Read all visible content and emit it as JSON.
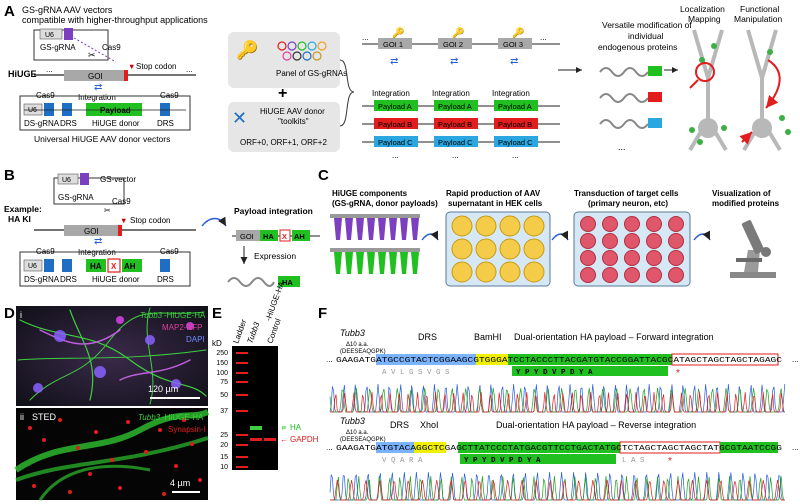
{
  "panels": {
    "A": "A",
    "B": "B",
    "C": "C",
    "D": "D",
    "E": "E",
    "F": "F"
  },
  "panelA": {
    "title1": "GS-gRNA AAV vectors",
    "title2": "compatible with higher-throughput applications",
    "u6": "U6",
    "gsgrna": "GS-gRNA",
    "cas9": "Cas9",
    "stop_codon": "Stop codon",
    "hiuge": "HiUGE",
    "goi": "GOI",
    "dots": "...",
    "integration": "Integration",
    "cas9_left": "Cas9",
    "cas9_right": "Cas9",
    "donor_u6": "U6",
    "payload": "Payload",
    "ds_grna": "DS-gRNA",
    "drs": "DRS",
    "hiuge_donor": "HiUGE donor",
    "drs2": "DRS",
    "universal": "Universal HiUGE AAV donor vectors",
    "panel_of": "Panel of GS-gRNAs",
    "plus": "+",
    "toolkit1": "HiUGE AAV donor",
    "toolkit2": "\"toolkits\"",
    "toolkit3": "ORF+0, ORF+1, ORF+2",
    "goi_list": [
      "GOI 1",
      "GOI 2",
      "GOI 3"
    ],
    "goi_more": "...",
    "integration_list": [
      "Integration",
      "Integration",
      "Integration"
    ],
    "payload_rows": [
      "Payload A",
      "Payload B",
      "Payload C"
    ],
    "more_rows": "...",
    "versatile1": "Versatile modification of",
    "versatile2": "individual",
    "versatile3": "endogenous proteins",
    "localization1": "Localization",
    "localization2": "Mapping",
    "functional1": "Functional",
    "functional2": "Manipulation"
  },
  "panelB": {
    "example1": "Example:",
    "example2": "HA KI",
    "gsvector": "GS-vector",
    "u6": "U6",
    "gsgrna": "GS-gRNA",
    "cas9": "Cas9",
    "stop_codon": "Stop codon",
    "goi": "GOI",
    "integration": "Integration",
    "cas9_left": "Cas9",
    "cas9_right": "Cas9",
    "donor_u6": "U6",
    "ha": "HA",
    "x": "X",
    "ah": "AH",
    "ds_grna": "DS-gRNA",
    "drs": "DRS",
    "hiuge_donor": "HiUGE donor",
    "drs2": "DRS",
    "payload_integration": "Payload integration",
    "goi2": "GOI",
    "ha2": "HA",
    "x2": "X",
    "ah2": "AH",
    "expression": "Expression",
    "ha3": "HA"
  },
  "panelC": {
    "step1a": "HiUGE components",
    "step1b": "(GS-gRNA, donor payloads)",
    "step2a": "Rapid production of AAV",
    "step2b": "supernatant in HEK cells",
    "step3a": "Transduction of target cells",
    "step3b": "(primary neuron, etc)",
    "step4a": "Visualization of",
    "step4b": "modified proteins"
  },
  "panelD": {
    "i": "i",
    "ii": "ii",
    "label_tubb3": "Tubb3",
    "label_hiuge_ha": "-HiUGE-HA",
    "label_map2": "MAP2-RFP",
    "label_dapi": "DAPI",
    "scale1": "120 µm",
    "sted": "STED",
    "label2_tubb3": "Tubb3",
    "label2_hiuge": "-HiUGE-HA",
    "synapsin": "Synapsin-I",
    "scale2": "4 µm"
  },
  "panelE": {
    "kd": "kD",
    "lane1": "Ladder",
    "lane2a": "Tubb3",
    "lane2b": "-HiUGE-HA",
    "lane3": "Control",
    "ladder": [
      "250",
      "150",
      "100",
      "75",
      "50",
      "37",
      "25",
      "20",
      "15",
      "10"
    ],
    "ha_label": "HA",
    "gapdh_label": "GAPDH"
  },
  "panelF": {
    "tubb3": "Tubb3",
    "delta1": "Δ10 a.a.",
    "delta2": "(DEESEAQGPK)",
    "drs": "DRS",
    "bamhi": "BamHI",
    "title_fwd": "Dual-orientation HA payload – Forward integration",
    "seq_fwd": "GAAGATGATGCCGTACTCGGAAGCGTGGGATCCTACCCTTACGATGTACCGGATTACGCATAGCTAGCTAGCTAGAGC",
    "aa_fwd_grey": "A  V  L  G  S  V  G  S",
    "aa_fwd": "Y  P  Y  D  V  P  D  Y  A",
    "star": "*",
    "tubb3_2": "Tubb3",
    "delta1_2": "Δ10 a.a.",
    "delta2_2": "(DEESEAQGPK)",
    "drs2": "DRS",
    "xhoi": "XhoI",
    "title_rev": "Dual-orientation HA payload – Reverse integration",
    "seq_rev": "GAAGATGATGTACAGGCTCGAGCTTATCCCTATGACGTTCCTGACTATGCTCTAGCTAGCTAGCTATGCGTAATCCGG",
    "aa_rev_grey": "V  Q  A  R  A",
    "aa_rev": "Y  P  Y  D  V  P  D  Y  A",
    "aa_rev_tail": "L  A  S",
    "star2": "*",
    "ellipsis_l": "...",
    "ellipsis_r": "..."
  },
  "colors": {
    "green": "#20c020",
    "red": "#e11d1d",
    "blue": "#2aa7e0",
    "dark_blue": "#1e6fc4",
    "purple": "#7b3fbf",
    "grey": "#a0a0a0",
    "light_panel": "#e6e6e6"
  }
}
